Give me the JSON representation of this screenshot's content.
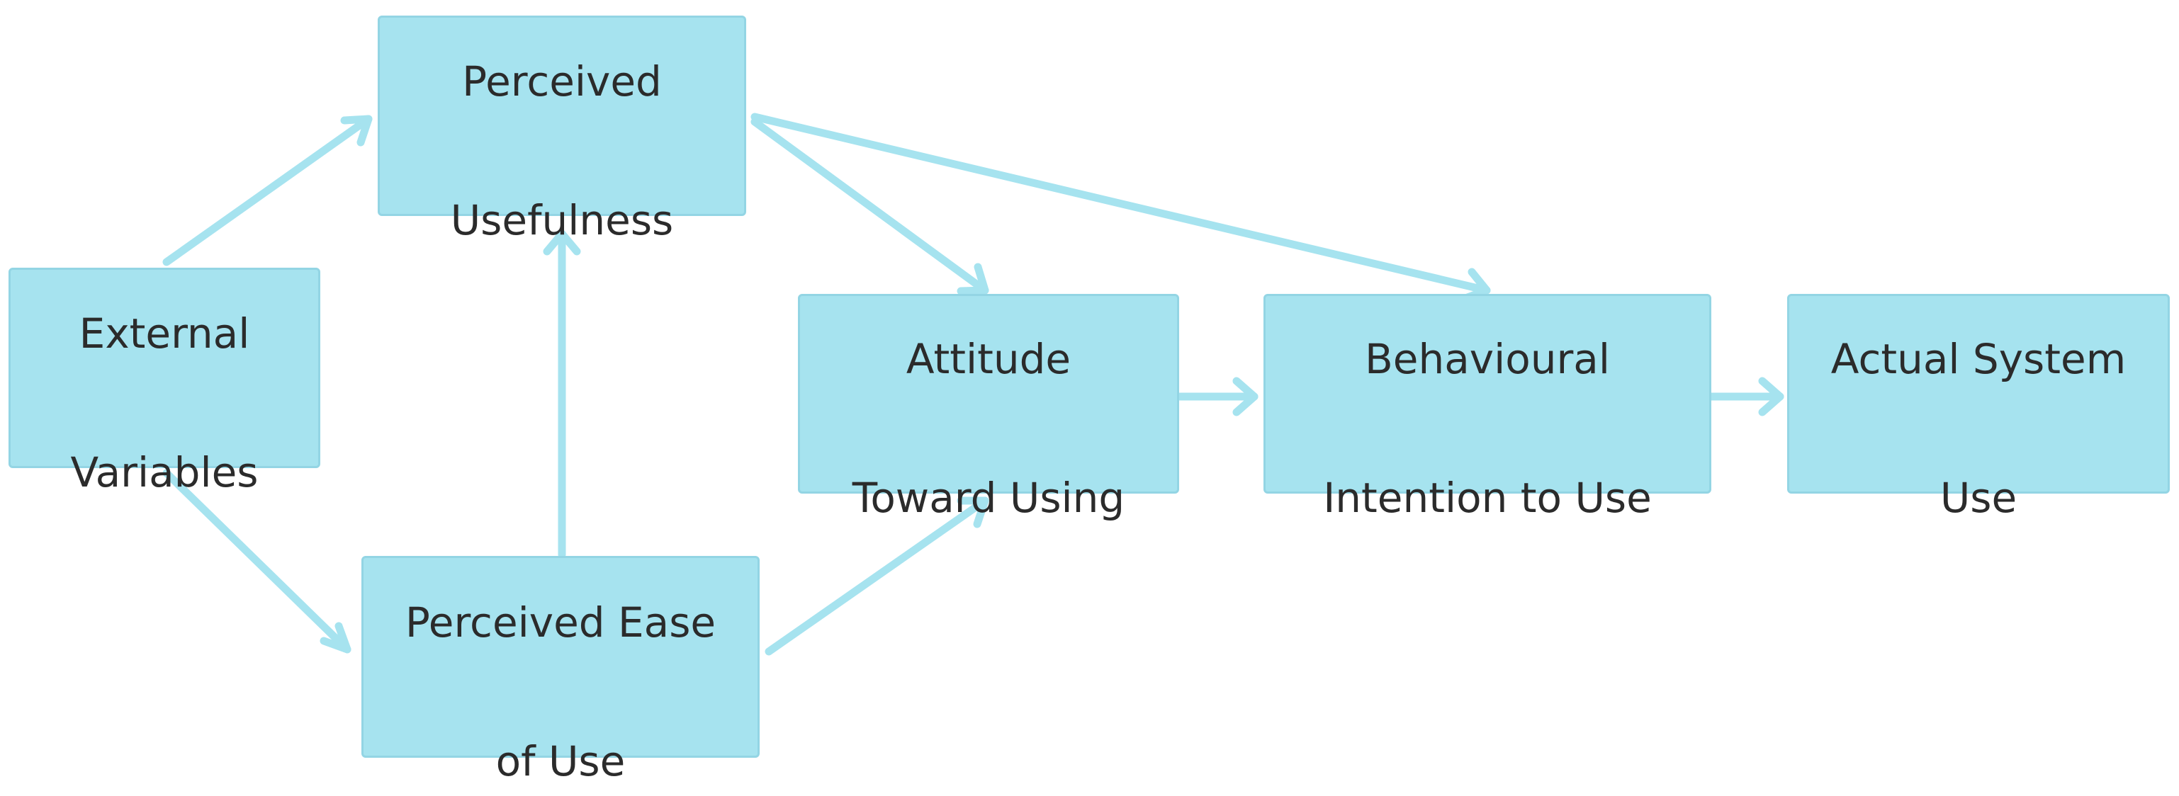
{
  "colors": {
    "node_fill": "#a6e3ef",
    "arrow": "#a6e3ef",
    "text": "#2b2b2b"
  },
  "nodes": {
    "external_variables": {
      "line1": "External",
      "line2": "Variables"
    },
    "perceived_usefulness": {
      "line1": "Perceived",
      "line2": "Usefulness"
    },
    "perceived_ease_of_use": {
      "line1": "Perceived Ease",
      "line2": "of Use"
    },
    "attitude_toward_using": {
      "line1": "Attitude",
      "line2": "Toward Using"
    },
    "behavioural_intention": {
      "line1": "Behavioural",
      "line2": "Intention to Use"
    },
    "actual_system_use": {
      "line1": "Actual System",
      "line2": "Use"
    }
  },
  "edges": [
    {
      "from": "External Variables",
      "to": "Perceived Usefulness"
    },
    {
      "from": "External Variables",
      "to": "Perceived Ease of Use"
    },
    {
      "from": "Perceived Ease of Use",
      "to": "Perceived Usefulness"
    },
    {
      "from": "Perceived Usefulness",
      "to": "Attitude Toward Using"
    },
    {
      "from": "Perceived Ease of Use",
      "to": "Attitude Toward Using"
    },
    {
      "from": "Perceived Usefulness",
      "to": "Behavioural Intention to Use"
    },
    {
      "from": "Attitude Toward Using",
      "to": "Behavioural Intention to Use"
    },
    {
      "from": "Behavioural Intention to Use",
      "to": "Actual System Use"
    }
  ]
}
